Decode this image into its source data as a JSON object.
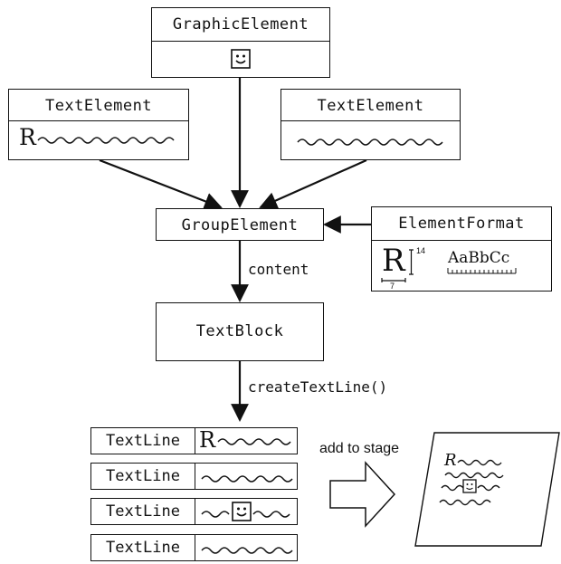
{
  "nodes": {
    "graphic_element": "GraphicElement",
    "text_element_left": "TextElement",
    "text_element_right": "TextElement",
    "group_element": "GroupElement",
    "element_format": "ElementFormat",
    "text_block": "TextBlock"
  },
  "text_sample": {
    "letter": "R"
  },
  "format_sample": {
    "letter": "R",
    "size_value": "14",
    "width_value": "7",
    "font_sample": "AaBbCc"
  },
  "edges": {
    "content_label": "content",
    "create_line_label": "createTextLine()"
  },
  "text_lines": [
    {
      "label": "TextLine",
      "prefix": "R"
    },
    {
      "label": "TextLine",
      "prefix": ""
    },
    {
      "label": "TextLine",
      "prefix": ""
    },
    {
      "label": "TextLine",
      "prefix": ""
    }
  ],
  "stage": {
    "arrow_label": "add to stage",
    "letter": "R"
  }
}
